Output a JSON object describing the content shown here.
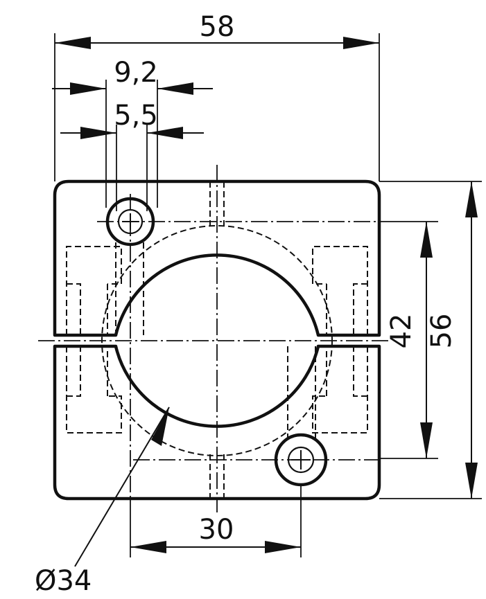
{
  "dimensions": {
    "overall_width": "58",
    "outer_hole_dia": "9,2",
    "inner_hole_dia": "5,5",
    "hole_spacing": "42",
    "overall_height": "56",
    "hole_horizontal_spacing": "30",
    "bore_diameter": "Ø34"
  }
}
